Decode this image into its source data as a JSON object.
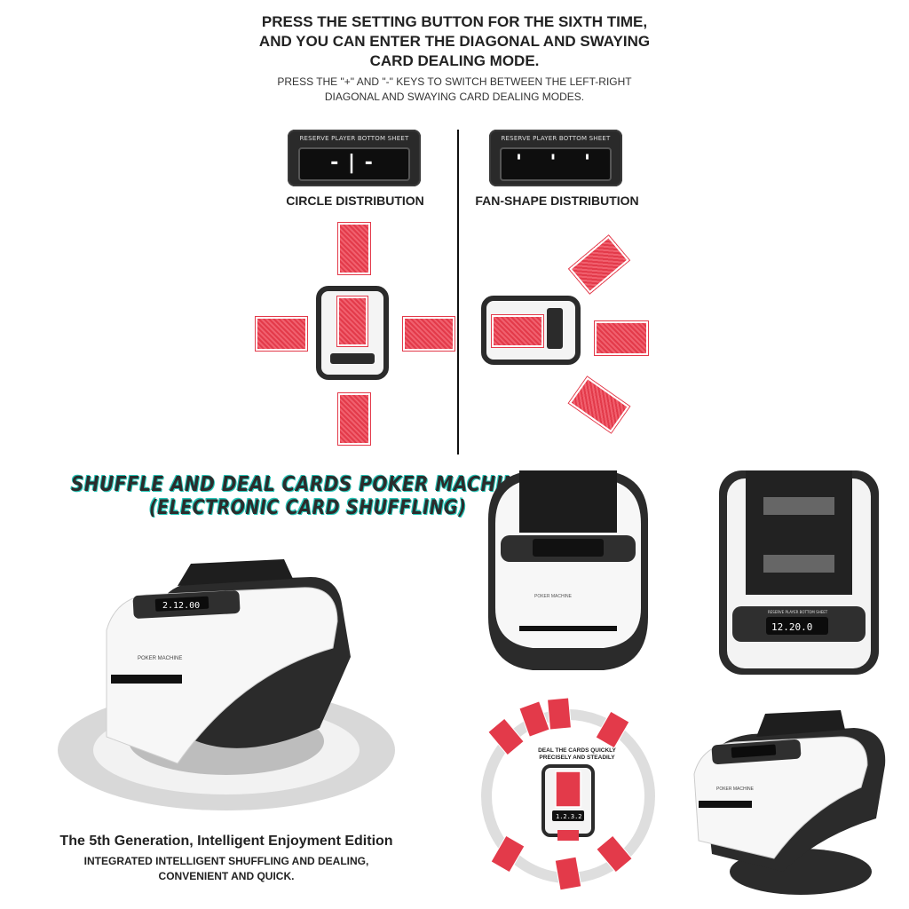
{
  "header": {
    "title_line1": "PRESS THE SETTING BUTTON FOR THE SIXTH TIME,",
    "title_line2": "AND YOU CAN ENTER THE DIAGONAL AND SWAYING",
    "title_line3": "CARD DEALING MODE.",
    "subtitle_line1": "PRESS THE \"+\" AND \"-\" KEYS TO SWITCH BETWEEN THE LEFT-RIGHT",
    "subtitle_line2": "DIAGONAL AND SWAYING CARD DEALING MODES."
  },
  "modes": [
    {
      "panel_label": "RESERVE PLAYER BOTTOM SHEET",
      "screen_text": "-|-",
      "label": "CIRCLE DISTRIBUTION"
    },
    {
      "panel_label": "RESERVE PLAYER BOTTOM SHEET",
      "screen_text": "' ' '",
      "label": "FAN-SHAPE DISTRIBUTION"
    }
  ],
  "product": {
    "brand_line1": "SHUFFLE AND DEAL CARDS POKER MACHINE",
    "brand_line2": "(ELECTRONIC CARD SHUFFLING)",
    "machine_text": "POKER MACHINE",
    "machine_display": "2.12.00",
    "back_display": "12.20.0",
    "back_panel_label": "RESERVE PLAYER BOTTOM SHEET",
    "edition_title": "The 5th Generation, Intelligent Enjoyment Edition",
    "edition_sub_line1": "INTEGRATED INTELLIGENT SHUFFLING AND DEALING,",
    "edition_sub_line2": "CONVENIENT AND QUICK.",
    "deal_label_line1": "DEAL THE CARDS QUICKLY",
    "deal_label_line2": "PRECISELY AND STEADILY",
    "small_display": "1.2.3.2"
  },
  "colors": {
    "card_red": "#e33a4a",
    "machine_dark": "#2b2b2b",
    "accent_teal": "#26c6b8"
  }
}
